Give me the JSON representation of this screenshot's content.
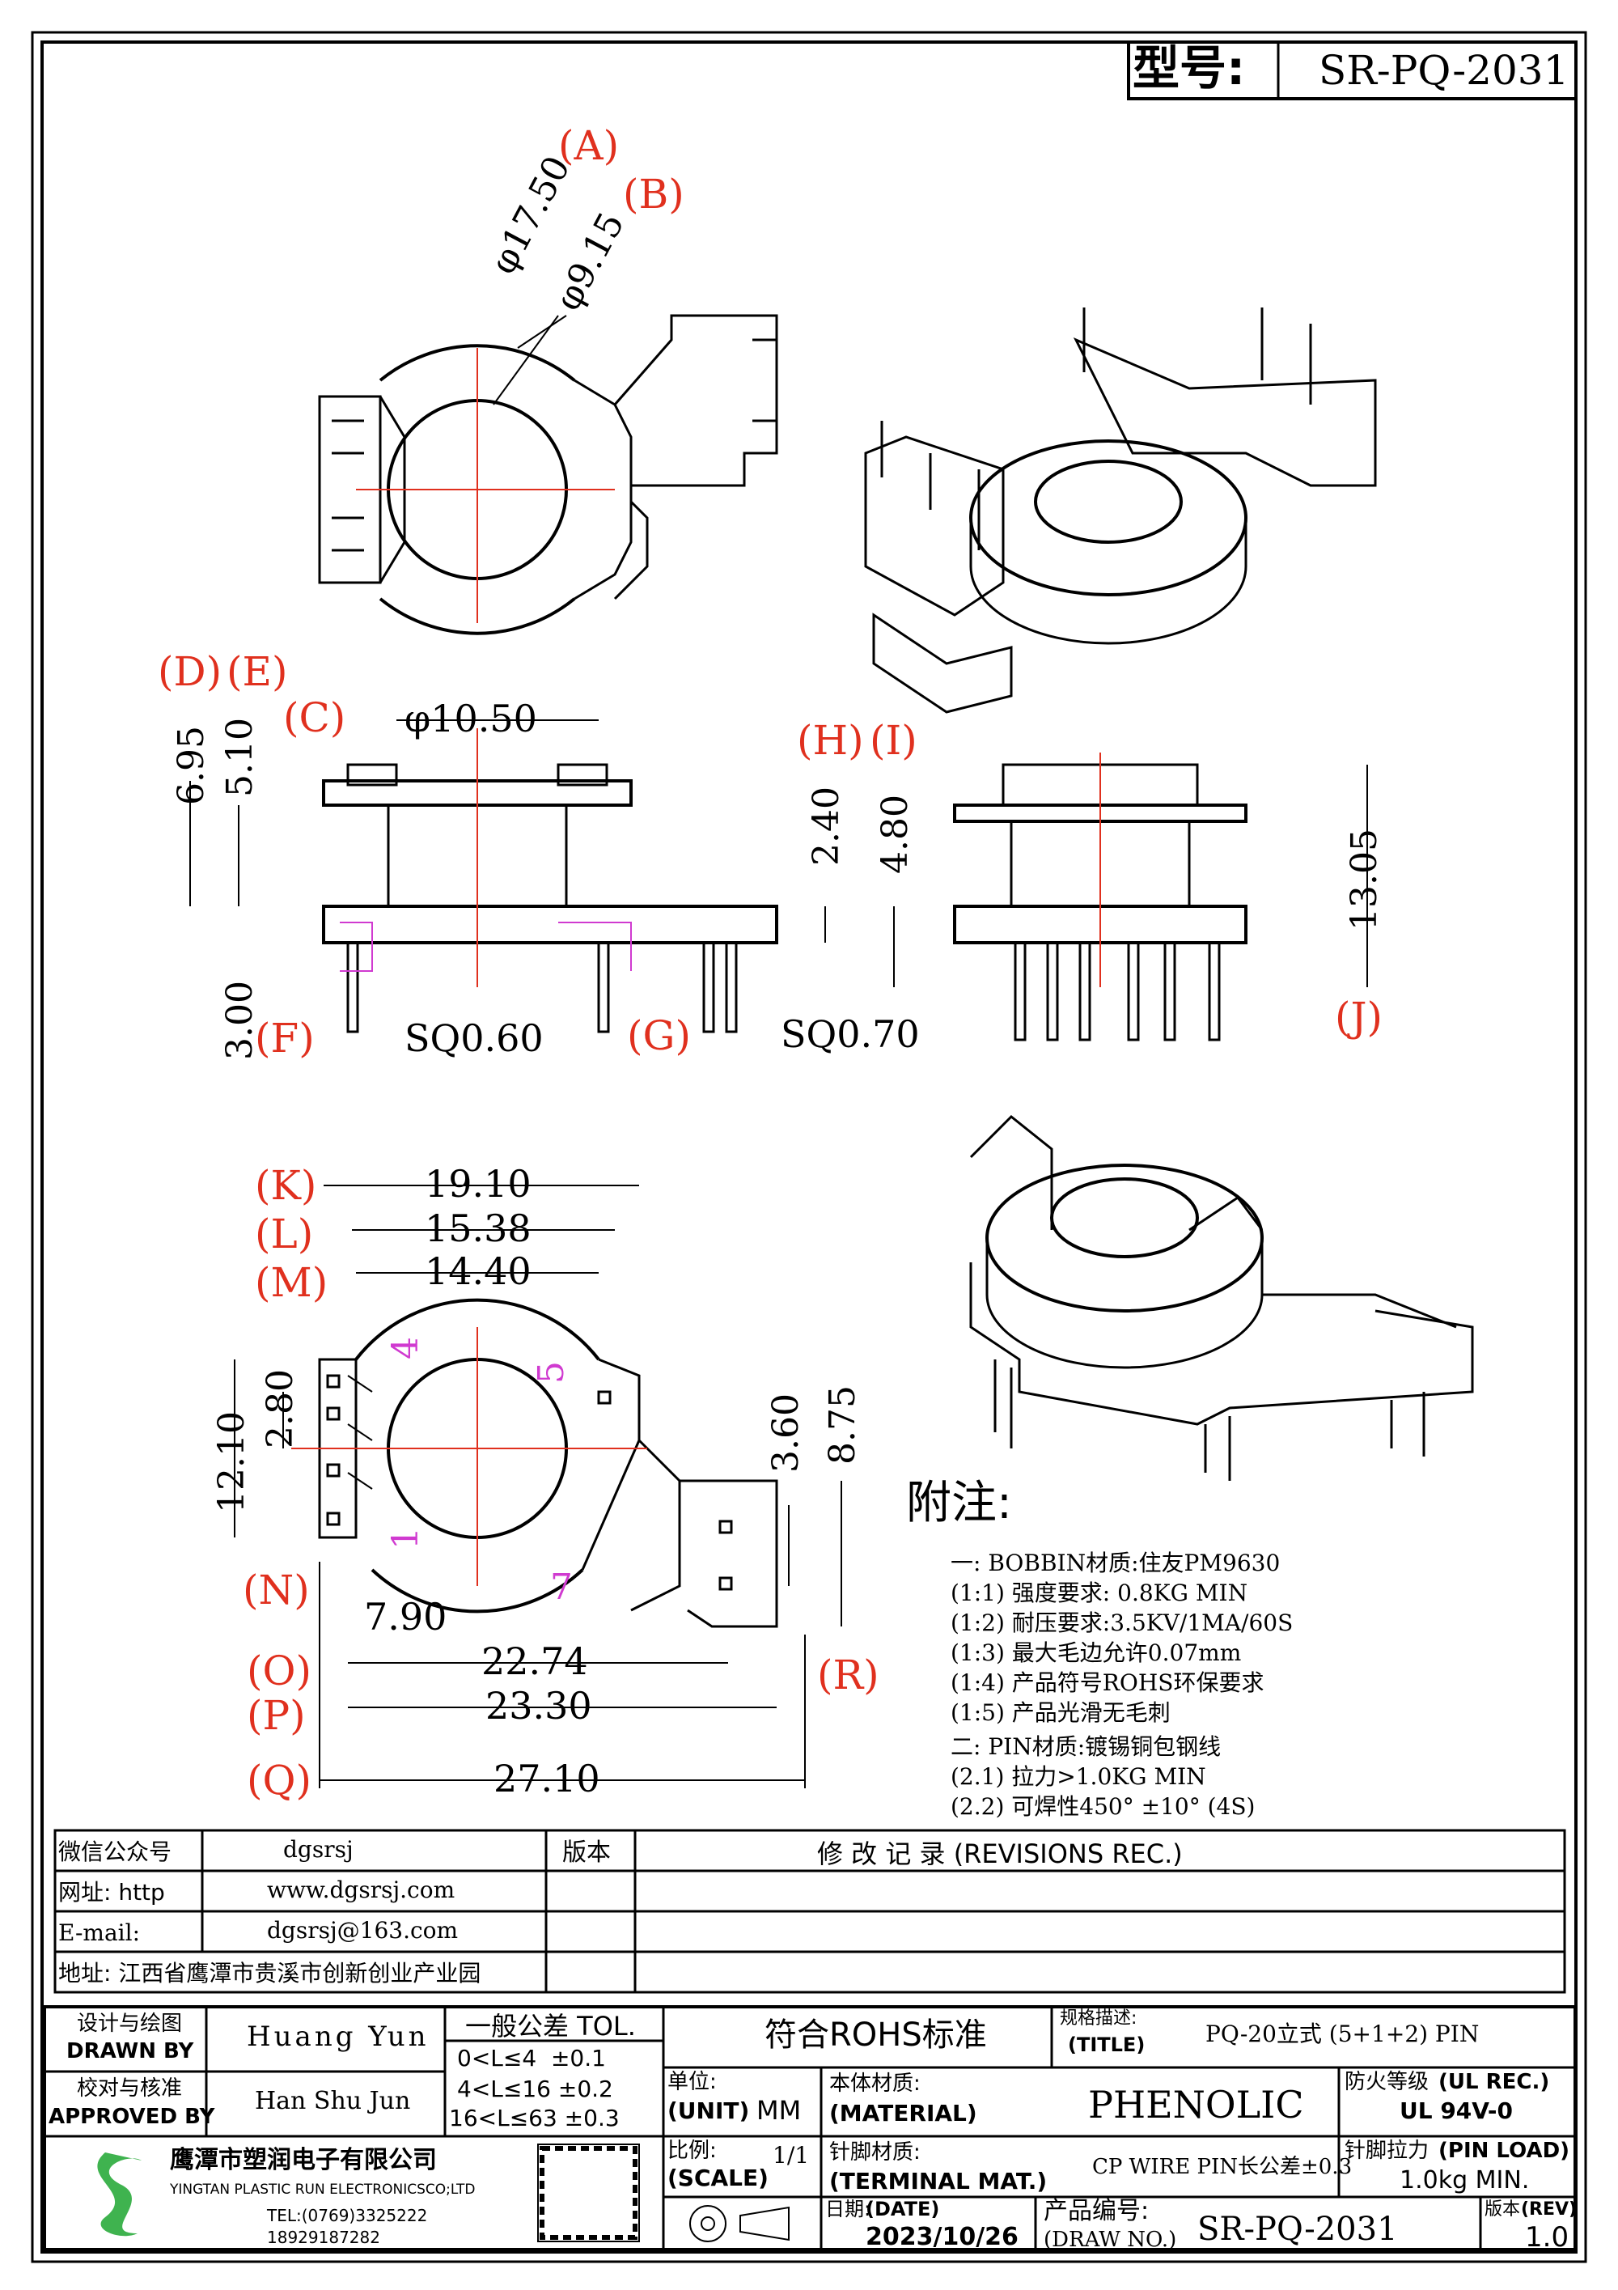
{
  "title_block": {
    "model_label": "型号:",
    "model_value": "SR-PQ-2031",
    "drawn_by_cn": "设计与绘图",
    "drawn_by_en": "DRAWN BY",
    "drawn_by_name": "Huang Yun",
    "approved_cn": "校对与核准",
    "approved_en": "APPROVED BY",
    "approved_name": "Han Shu Jun",
    "tol_title": "一般公差 TOL.",
    "tol_rows": [
      "0<L≤4  ±0.1",
      "4<L≤16 ±0.2",
      "16<L≤63 ±0.3"
    ],
    "rohs": "符合ROHS标准",
    "spec_cn": "规格描述:",
    "spec_en": "(TITLE)",
    "spec_value": "PQ-20立式 (5+1+2) PIN",
    "unit_cn": "单位:",
    "unit_en": "(UNIT)",
    "unit_value": "MM",
    "material_cn": "本体材质:",
    "material_en": "(MATERIAL)",
    "material_value": "PHENOLIC",
    "flame_cn": "防火等级",
    "flame_en": "(UL REC.)",
    "flame_value": "UL 94V-0",
    "scale_cn": "比例:",
    "scale_en": "(SCALE)",
    "scale_value": "1/1",
    "terminal_cn": "针脚材质:",
    "terminal_en": "(TERMINAL MAT.)",
    "terminal_value": "CP WIRE  PIN长公差±0.3",
    "pinload_cn": "针脚拉力",
    "pinload_en": "(PIN LOAD)",
    "pinload_value": "1.0kg MIN.",
    "date_cn": "日期:",
    "date_en": "(DATE)",
    "date_value": "2023/10/26",
    "drawno_cn": "产品编号:",
    "drawno_en": "(DRAW NO.)",
    "drawno_value": "SR-PQ-2031",
    "rev_cn": "版本",
    "rev_en": "(REV)",
    "rev_value": "1.0",
    "company_cn": "鹰潭市塑润电子有限公司",
    "company_en": "YINGTAN PLASTIC RUN ELECTRONICSCO;LTD",
    "company_tel": "TEL:(0769)3325222",
    "company_mobile": "18929187282"
  },
  "contact": {
    "wechat_label": "微信公众号",
    "wechat_value": "dgsrsj",
    "web_label": "网址: http",
    "web_value": "www.dgsrsj.com",
    "email_label": "E-mail:",
    "email_value": "dgsrsj@163.com",
    "address": "地址: 江西省鹰潭市贵溪市创新创业产业园",
    "version_label": "版本",
    "revisions_title": "修 改 记 录  (REVISIONS REC.)"
  },
  "notes": {
    "heading": "附注:",
    "lines": [
      "一: BOBBIN材质:住友PM9630",
      "(1:1) 强度要求: 0.8KG MIN",
      "(1:2) 耐压要求:3.5KV/1MA/60S",
      "(1:3) 最大毛边允许0.07mm",
      "(1:4) 产品符号ROHS环保要求",
      "(1:5) 产品光滑无毛刺",
      "二: PIN材质:镀锡铜包钢线",
      "(2.1) 拉力>1.0KG MIN",
      "(2.2) 可焊性450° ±10° (4S)"
    ]
  },
  "dimensions": {
    "top_dia_a": "φ17.50",
    "top_dia_b": "φ9.15",
    "side_dia": "φ10.50",
    "d_695": "6.95",
    "d_510": "5.10",
    "d_300": "3.00",
    "sq060": "SQ0.60",
    "sq070": "SQ0.70",
    "d_240": "2.40",
    "d_480": "4.80",
    "d_1305": "13.05",
    "d_1910": "19.10",
    "d_1538": "15.38",
    "d_1440": "14.40",
    "d_1210": "12.10",
    "d_280": "2.80",
    "d_360": "3.60",
    "d_875": "8.75",
    "d_790": "7.90",
    "d_2274": "22.74",
    "d_2330": "23.30",
    "d_2710": "27.10"
  },
  "markers": {
    "A": "(A)",
    "B": "(B)",
    "C": "(C)",
    "D": "(D)",
    "E": "(E)",
    "F": "(F)",
    "G": "(G)",
    "H": "(H)",
    "I": "(I)",
    "J": "(J)",
    "K": "(K)",
    "L": "(L)",
    "M": "(M)",
    "N": "(N)",
    "O": "(O)",
    "P": "(P)",
    "Q": "(Q)",
    "R": "(R)"
  },
  "pins": {
    "p1": "1",
    "p4": "4",
    "p5": "5",
    "p7": "7"
  }
}
